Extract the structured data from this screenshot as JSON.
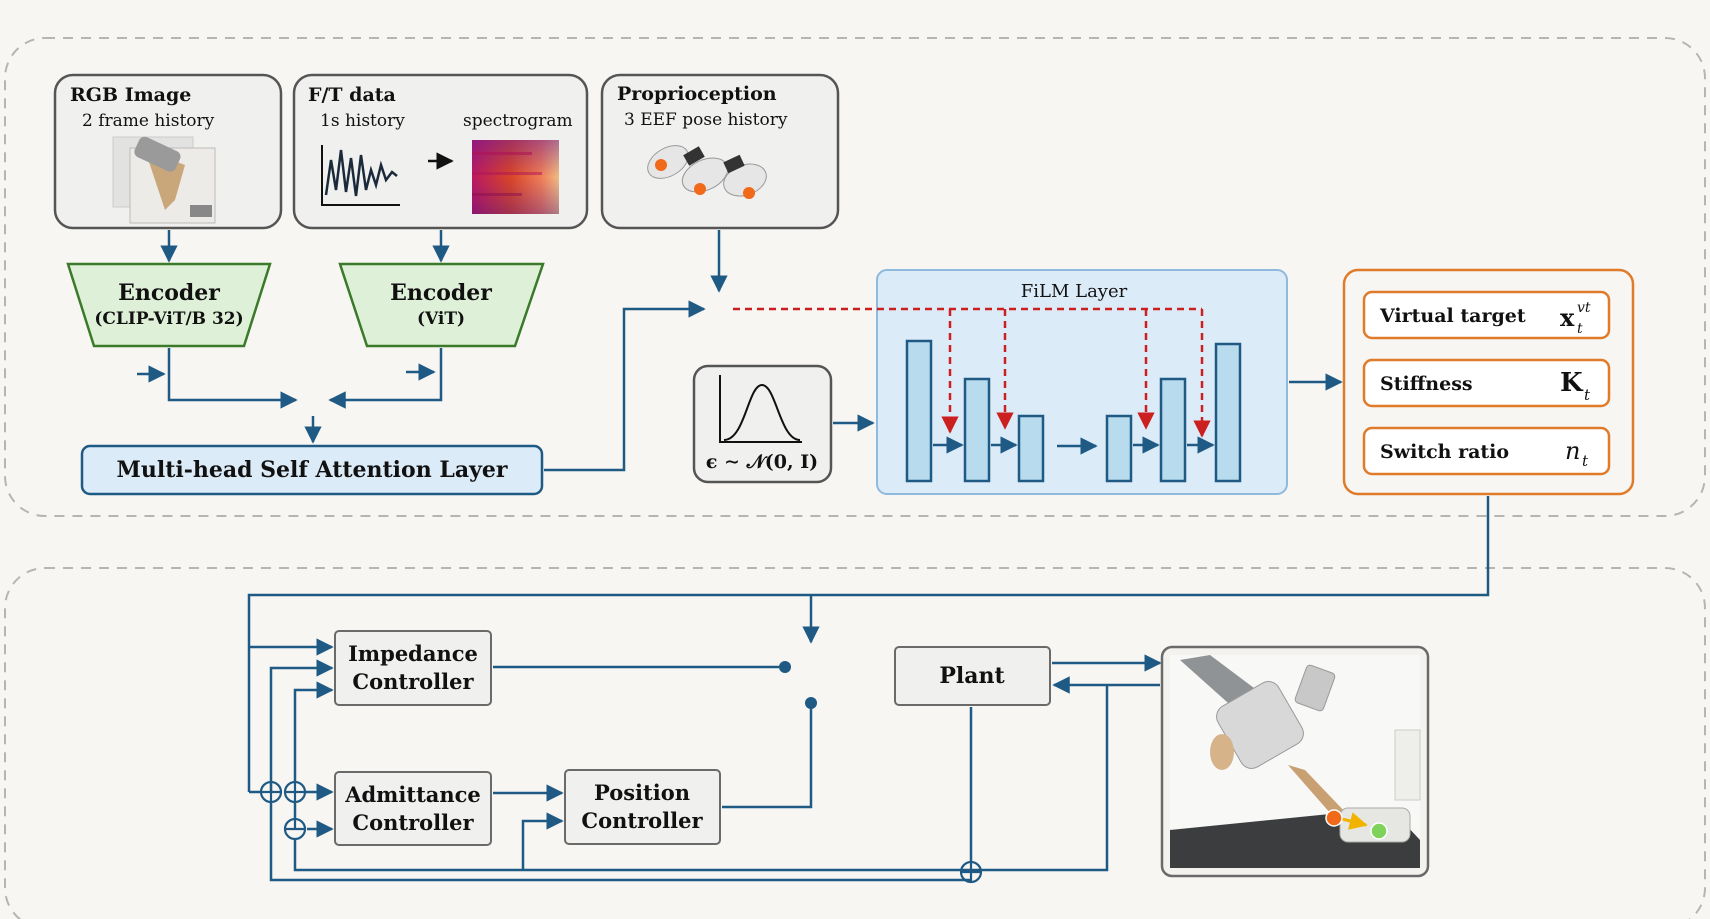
{
  "inputs": {
    "rgb": {
      "title": "RGB Image",
      "subtitle": "2 frame history"
    },
    "ft": {
      "title": "F/T data",
      "subtitle": "1s history",
      "spectrogram_label": "spectrogram"
    },
    "proprio": {
      "title": "Proprioception",
      "subtitle": "3 EEF pose history"
    }
  },
  "encoders": {
    "clip": {
      "title": "Encoder",
      "subtitle": "(CLIP-ViT/B 32)"
    },
    "vit": {
      "title": "Encoder",
      "subtitle": "(ViT)"
    }
  },
  "attention": {
    "label": "Multi-head Self Attention Layer"
  },
  "noise": {
    "label": "ϵ ∼ 𝒩(0, I)"
  },
  "film": {
    "label": "FiLM Layer"
  },
  "outputs": [
    {
      "label": "Virtual target",
      "symbol": "x",
      "sup": "vt",
      "sub": "t"
    },
    {
      "label": "Stiffness",
      "symbol": "K",
      "sup": "",
      "sub": "t"
    },
    {
      "label": "Switch ratio",
      "symbol": "n",
      "sup": "",
      "sub": "t"
    }
  ],
  "controllers": {
    "impedance": [
      "Impedance",
      "Controller"
    ],
    "admittance": [
      "Admittance",
      "Controller"
    ],
    "position": [
      "Position",
      "Controller"
    ],
    "plant": "Plant"
  },
  "colors": {
    "line": "#1f5a85",
    "encoder_fill": "#dff0d8",
    "encoder_stroke": "#3a7a2a",
    "film_fill": "#dcebf8",
    "film_stroke": "#8fb9dd",
    "unet_fill": "#b9dbee",
    "output_stroke": "#e07b2a",
    "film_arrow": "#cc1f1f",
    "frame_dash": "#b5b5b5",
    "box_fill": "#f0f0ef",
    "box_stroke": "#6a6a6a"
  }
}
